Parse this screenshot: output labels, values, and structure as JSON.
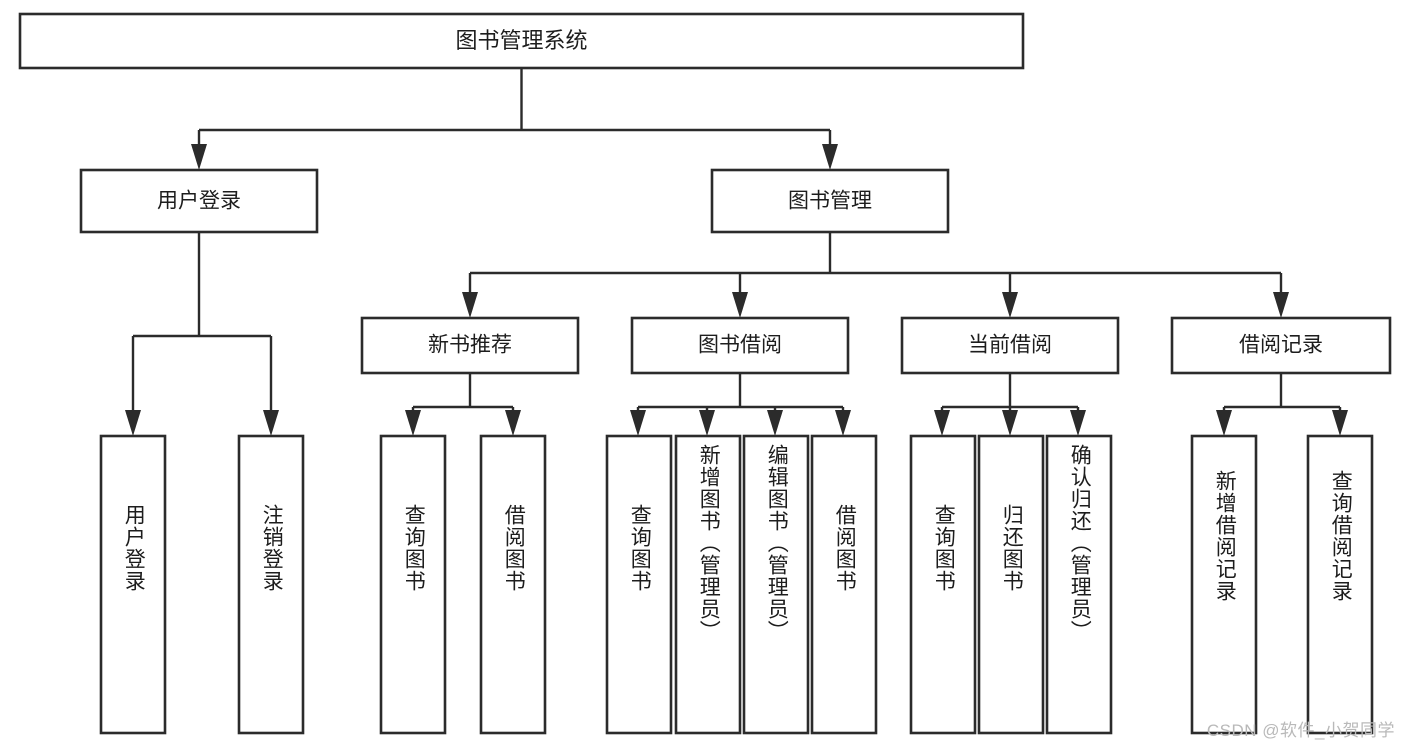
{
  "diagram": {
    "title": "图书管理系统",
    "type": "tree-hierarchy-chart",
    "watermark": "CSDN @软件_小贺同学",
    "colors": {
      "background": "#ffffff",
      "stroke": "#2b2b2b",
      "text": "#1d1d1d",
      "watermark": "#b9b9b9"
    },
    "root": {
      "label": "图书管理系统"
    },
    "level2": [
      {
        "label": "用户登录"
      },
      {
        "label": "图书管理"
      }
    ],
    "level3": [
      {
        "label": "新书推荐"
      },
      {
        "label": "图书借阅"
      },
      {
        "label": "当前借阅"
      },
      {
        "label": "借阅记录"
      }
    ],
    "leaves": {
      "user_login": [
        {
          "label": "用户登录"
        },
        {
          "label": "注销登录"
        }
      ],
      "new_book_recommend": [
        {
          "label": "查询图书"
        },
        {
          "label": "借阅图书"
        }
      ],
      "book_borrow": [
        {
          "label": "查询图书"
        },
        {
          "label": "新增图书（管理员）"
        },
        {
          "label": "编辑图书（管理员）"
        },
        {
          "label": "借阅图书"
        }
      ],
      "current_borrow": [
        {
          "label": "查询图书"
        },
        {
          "label": "归还图书"
        },
        {
          "label": "确认归还（管理员）"
        }
      ],
      "borrow_record": [
        {
          "label": "新增借阅记录"
        },
        {
          "label": "查询借阅记录"
        }
      ]
    }
  }
}
